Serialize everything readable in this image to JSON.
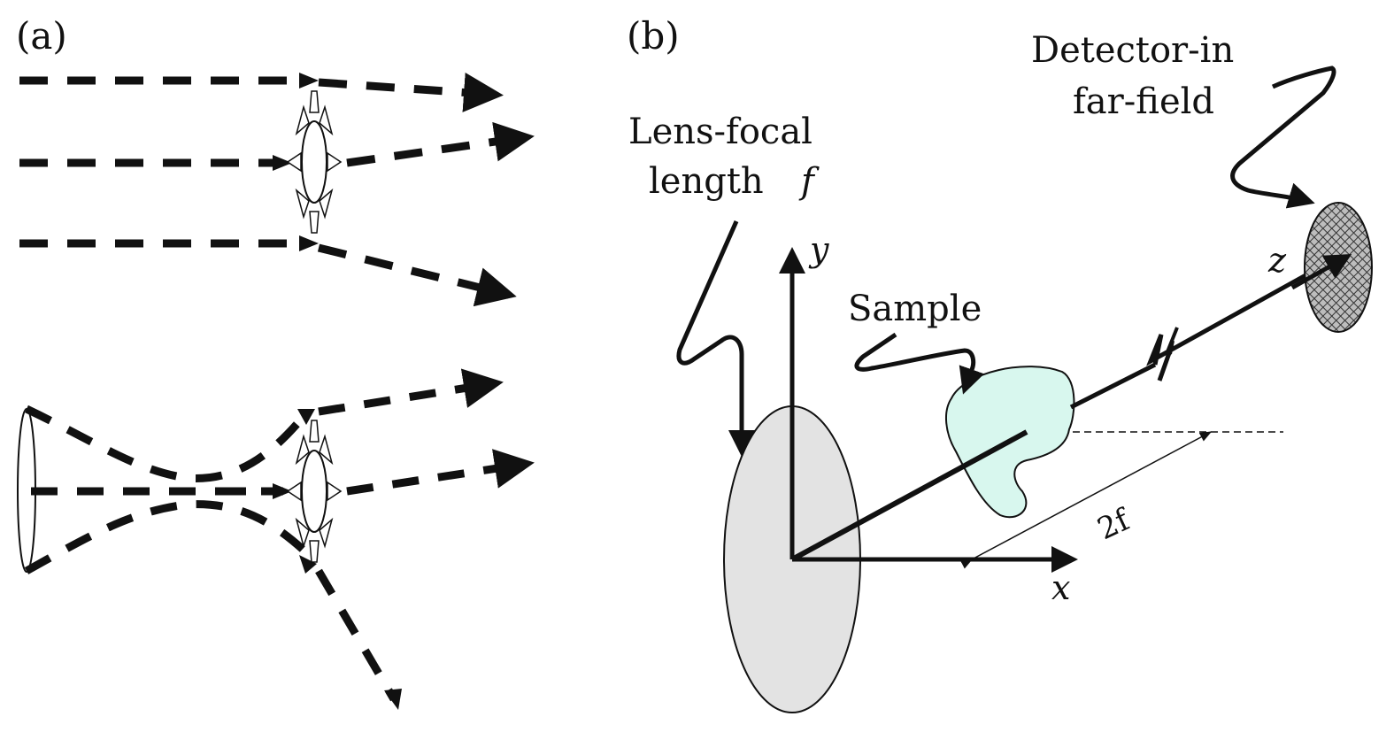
{
  "figure": {
    "panels": [
      {
        "id": "a",
        "label": "(a)",
        "subdiagrams": [
          {
            "name": "plane-wave-scattering",
            "description": "Three parallel incident rays scattered by a particle"
          },
          {
            "name": "focused-beam-scattering",
            "description": "Converging beam from a lens scattered by a particle"
          }
        ]
      },
      {
        "id": "b",
        "label": "(b)",
        "annotations": {
          "lens": [
            "Lens-focal",
            "length"
          ],
          "lens_symbol": "f",
          "sample": "Sample",
          "detector": [
            "Detector-in",
            "far-field"
          ]
        },
        "axes": {
          "x": "x",
          "y": "y",
          "z": "z"
        },
        "distance_label": "2f"
      }
    ],
    "colors": {
      "ink": "#111111",
      "lens_fill": "#e3e3e3",
      "sample_fill": "#d8f7ee",
      "detector_fill": "#8a8a8a"
    }
  }
}
